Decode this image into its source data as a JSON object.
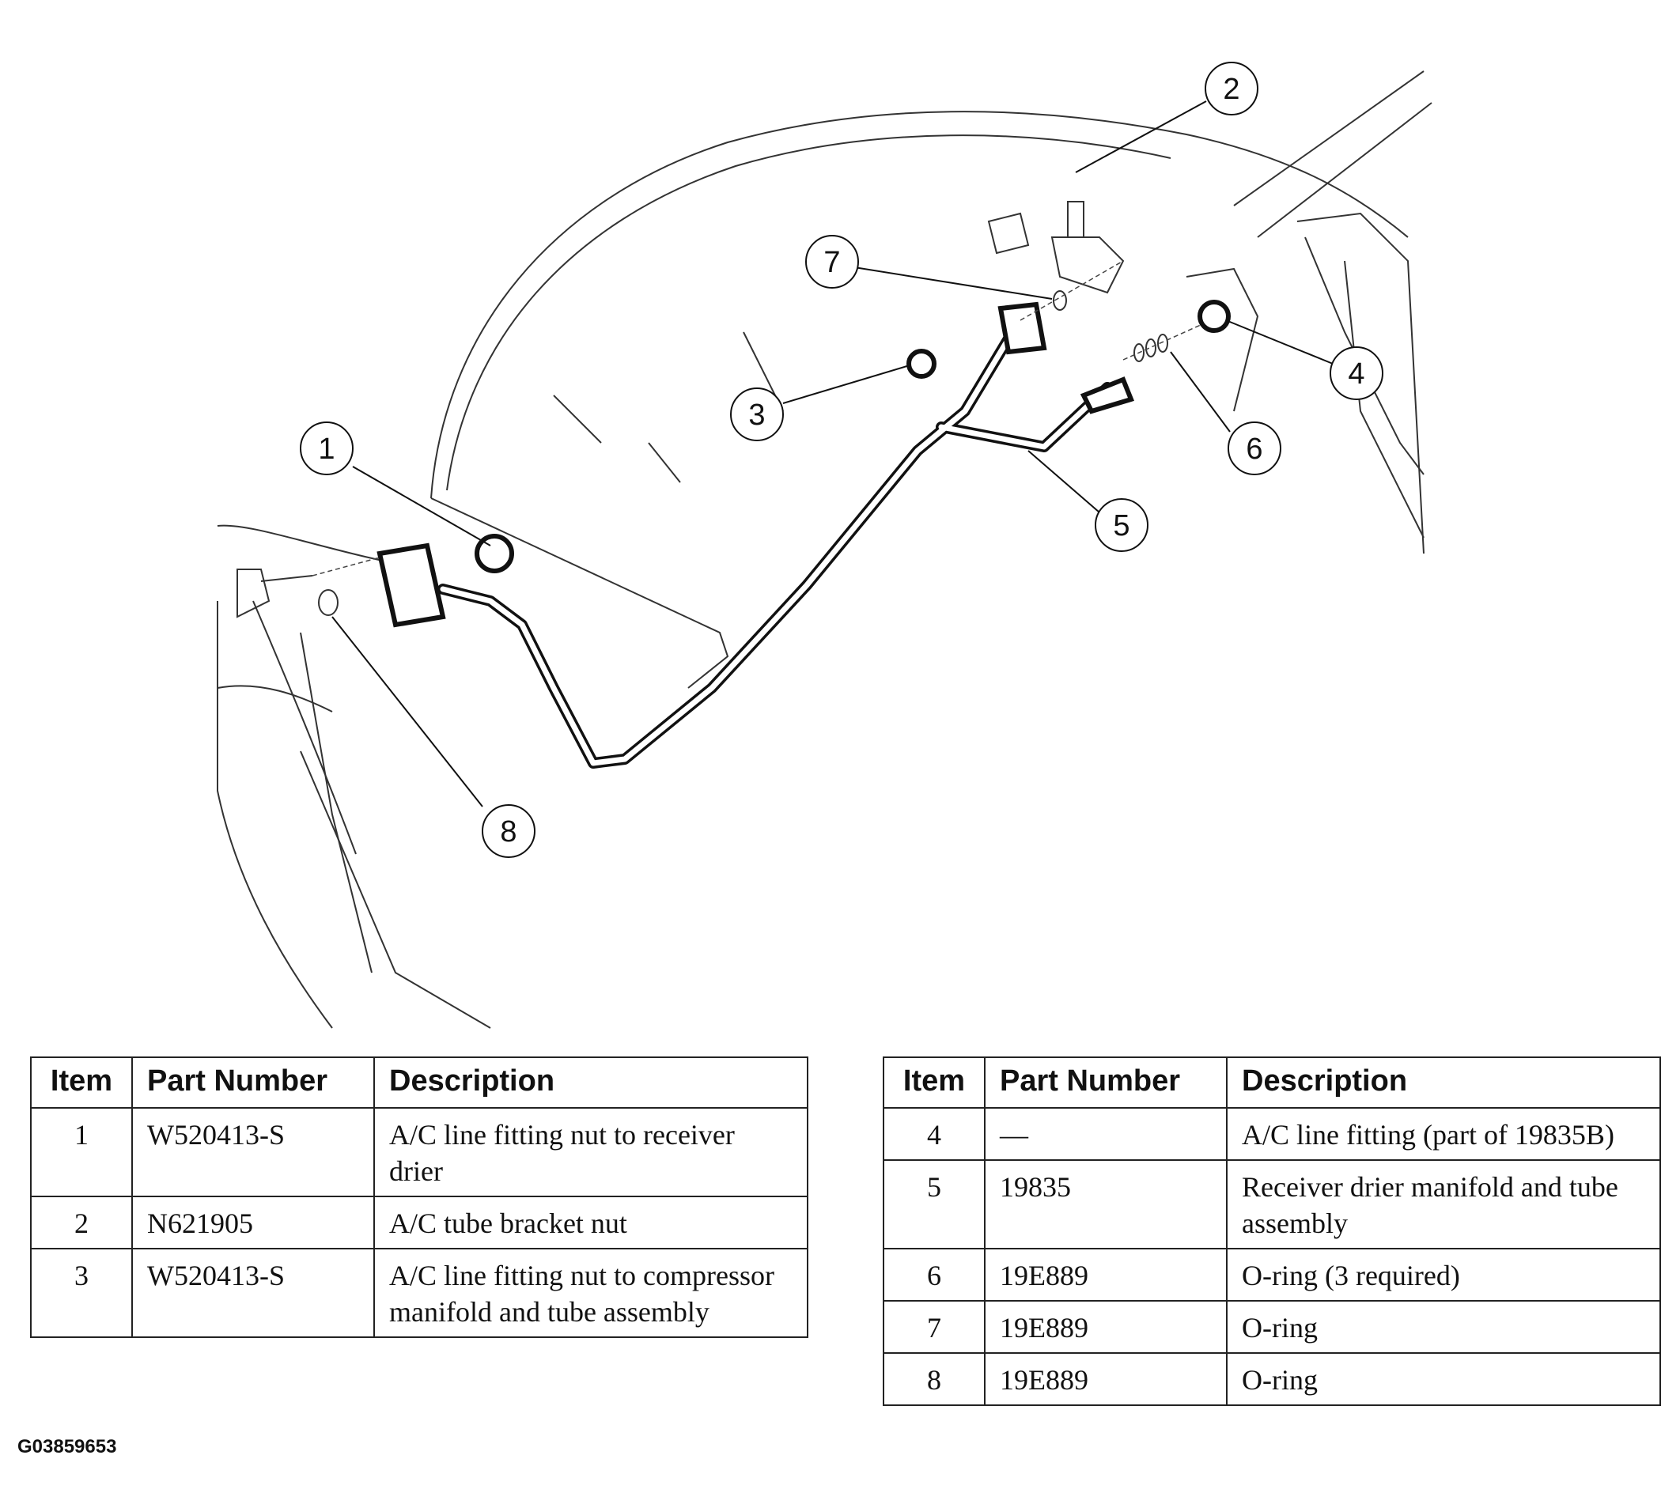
{
  "diagram": {
    "callouts": [
      "1",
      "2",
      "3",
      "4",
      "5",
      "6",
      "7",
      "8"
    ]
  },
  "tables": {
    "headers": {
      "item": "Item",
      "part_number": "Part Number",
      "description": "Description"
    },
    "left_rows": [
      {
        "item": "1",
        "part_number": "W520413-S",
        "description": "A/C line fitting nut to receiver drier"
      },
      {
        "item": "2",
        "part_number": "N621905",
        "description": "A/C tube bracket nut"
      },
      {
        "item": "3",
        "part_number": "W520413-S",
        "description": "A/C line fitting nut to compressor manifold and tube assembly"
      }
    ],
    "right_rows": [
      {
        "item": "4",
        "part_number": "—",
        "description": "A/C line fitting (part of 19835B)"
      },
      {
        "item": "5",
        "part_number": "19835",
        "description": "Receiver drier manifold and tube assembly"
      },
      {
        "item": "6",
        "part_number": "19E889",
        "description": "O-ring (3 required)"
      },
      {
        "item": "7",
        "part_number": "19E889",
        "description": "O-ring"
      },
      {
        "item": "8",
        "part_number": "19E889",
        "description": "O-ring"
      }
    ]
  },
  "figure_code": "G03859653"
}
